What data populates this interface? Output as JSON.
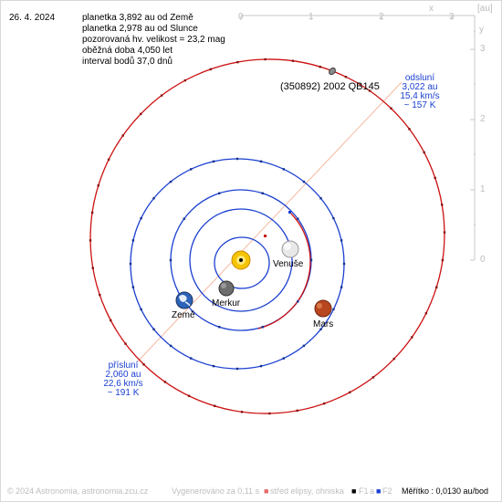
{
  "date": "26. 4. 2024",
  "info_lines": [
    "planetka 3,892 au od Země",
    "planetka 2,978 au od Slunce",
    "pozorovaná hv. velikost = 23,2 mag",
    "oběžná doba 4,050 let",
    "interval bodů 37,0 dnů"
  ],
  "axis": {
    "unit": "[au]",
    "x_label": "x",
    "y_label": "y",
    "x_ticks": [
      "0",
      "1",
      "2",
      "3"
    ],
    "y_ticks": [
      "3",
      "2",
      "1",
      "0"
    ]
  },
  "asteroid_name": "(350892) 2002 QB145",
  "aphelion": {
    "label": "odsluní",
    "distance": "3,022 au",
    "speed": "15,4 km/s",
    "temp": "~ 157 K"
  },
  "perihelion": {
    "label": "přísluní",
    "distance": "2,060 au",
    "speed": "22,6 km/s",
    "temp": "~ 191 K"
  },
  "planets": {
    "venus": "Venuše",
    "earth": "Země",
    "mercury": "Merkur",
    "mars": "Mars"
  },
  "footer": {
    "copyright": "© 2024 Astronomia, astronomia.zcu.cz",
    "generated": "Vygenerováno za 0,11 s",
    "legend_center": "střed elipsy, ohniska",
    "legend_f1": "F1",
    "legend_a": "a",
    "legend_f2": "F2",
    "scale": "Měřítko : 0,0130 au/bod"
  },
  "colors": {
    "orbit_asteroid": "#cc1111",
    "orbit_planet": "#1a3fd0",
    "label_blue": "#1a3fd0",
    "axis": "#c8c8c8"
  }
}
